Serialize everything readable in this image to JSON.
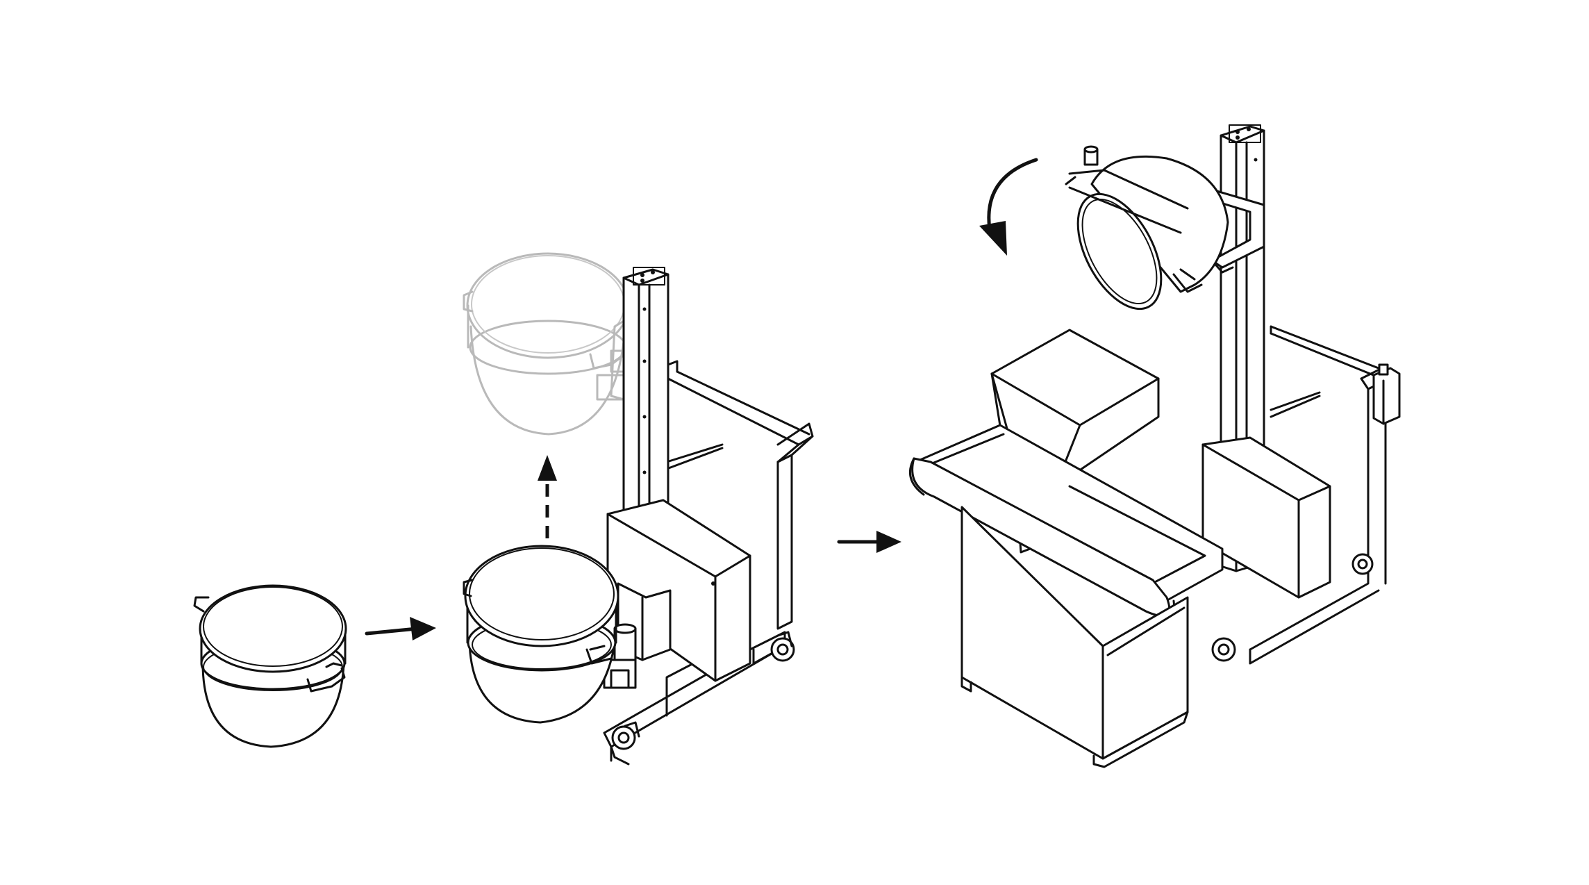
{
  "diagram": {
    "type": "process-illustration",
    "steps": [
      {
        "id": "bowl",
        "icon": "mixing-bowl-icon"
      },
      {
        "id": "lift",
        "icon": "bowl-lift-machine-icon"
      },
      {
        "id": "dump",
        "icon": "bowl-dump-onto-conveyor-icon"
      }
    ],
    "colors": {
      "line": "#111111",
      "ghost": "#b9b9b9",
      "background": "#ffffff"
    }
  }
}
